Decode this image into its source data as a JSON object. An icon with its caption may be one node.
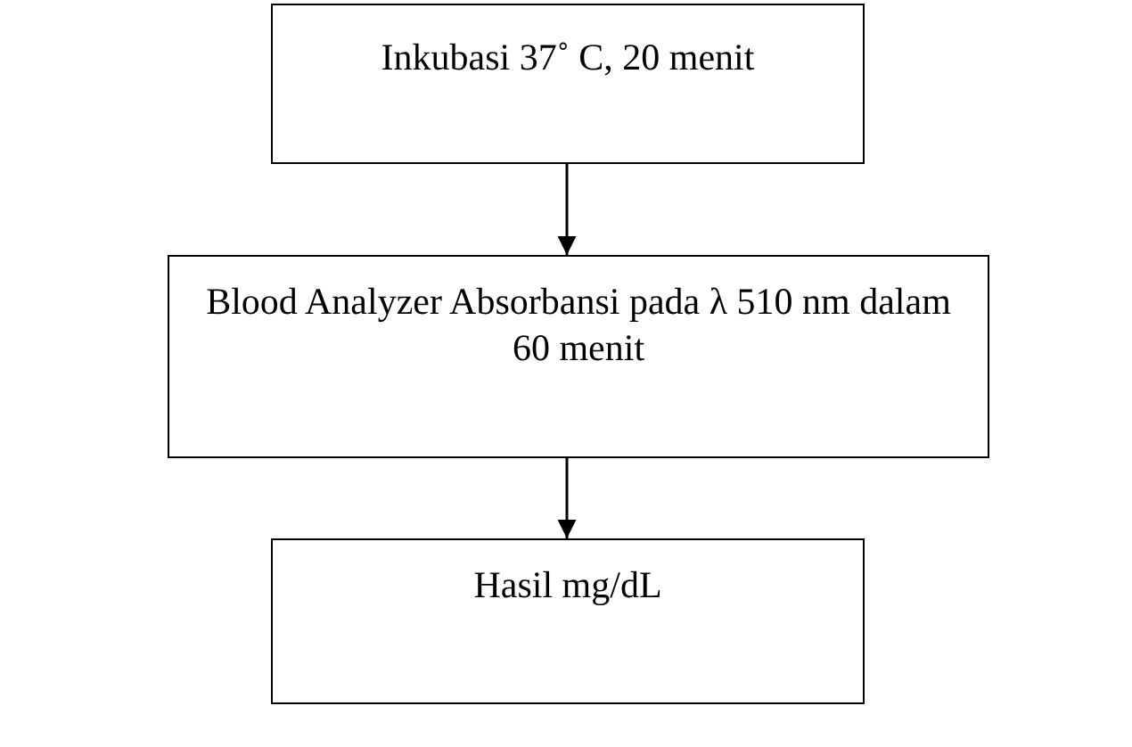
{
  "diagram": {
    "nodes": [
      {
        "text": [
          "Inkubasi 37˚ C, 20 menit"
        ]
      },
      {
        "text": [
          "Blood Analyzer Absorbansi pada λ 510 nm dalam 60 menit"
        ]
      },
      {
        "text": [
          "Hasil mg/dL"
        ]
      }
    ],
    "edges": [
      {
        "from": 0,
        "to": 1,
        "arrow": "to"
      },
      {
        "from": 1,
        "to": 2,
        "arrow": "to"
      }
    ]
  }
}
